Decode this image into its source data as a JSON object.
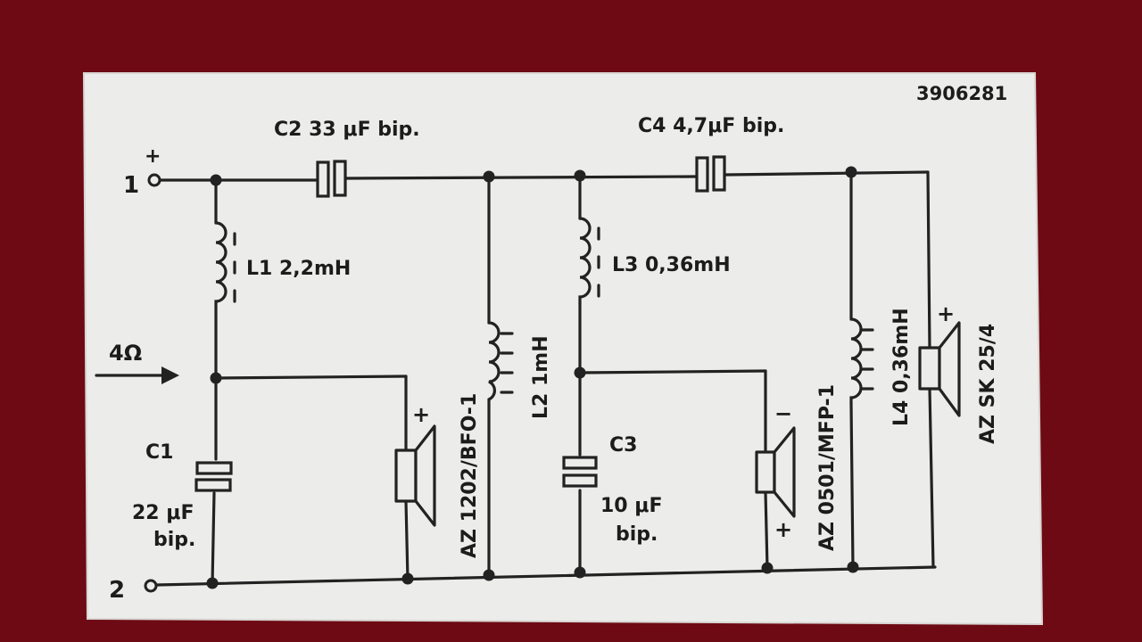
{
  "card": {
    "part_number": "3906281"
  },
  "terminals": {
    "t1": "1",
    "t1_sign": "+",
    "t2": "2",
    "impedance": "4Ω"
  },
  "components": {
    "c1": {
      "name": "C1",
      "value": "22 μF",
      "type": "bip."
    },
    "c2": {
      "label": "C2 33 μF bip."
    },
    "c3": {
      "name": "C3",
      "value": "10 μF",
      "type": "bip."
    },
    "c4": {
      "label": "C4 4,7μF bip."
    },
    "l1": {
      "label": "L1 2,2mH"
    },
    "l2": {
      "label": "L2 1mH"
    },
    "l3": {
      "label": "L3 0,36mH"
    },
    "l4": {
      "label": "L4 0,36mH"
    }
  },
  "speakers": {
    "woofer": {
      "model": "AZ 1202/BFO-1",
      "plus": "+"
    },
    "midrange": {
      "model": "AZ 0501/MFP-1",
      "plus": "+",
      "minus": "−"
    },
    "tweeter": {
      "model": "AZ SK 25/4",
      "plus": "+"
    }
  },
  "colors": {
    "background": "#6e0a14",
    "card": "#ececea",
    "ink": "#222222"
  }
}
